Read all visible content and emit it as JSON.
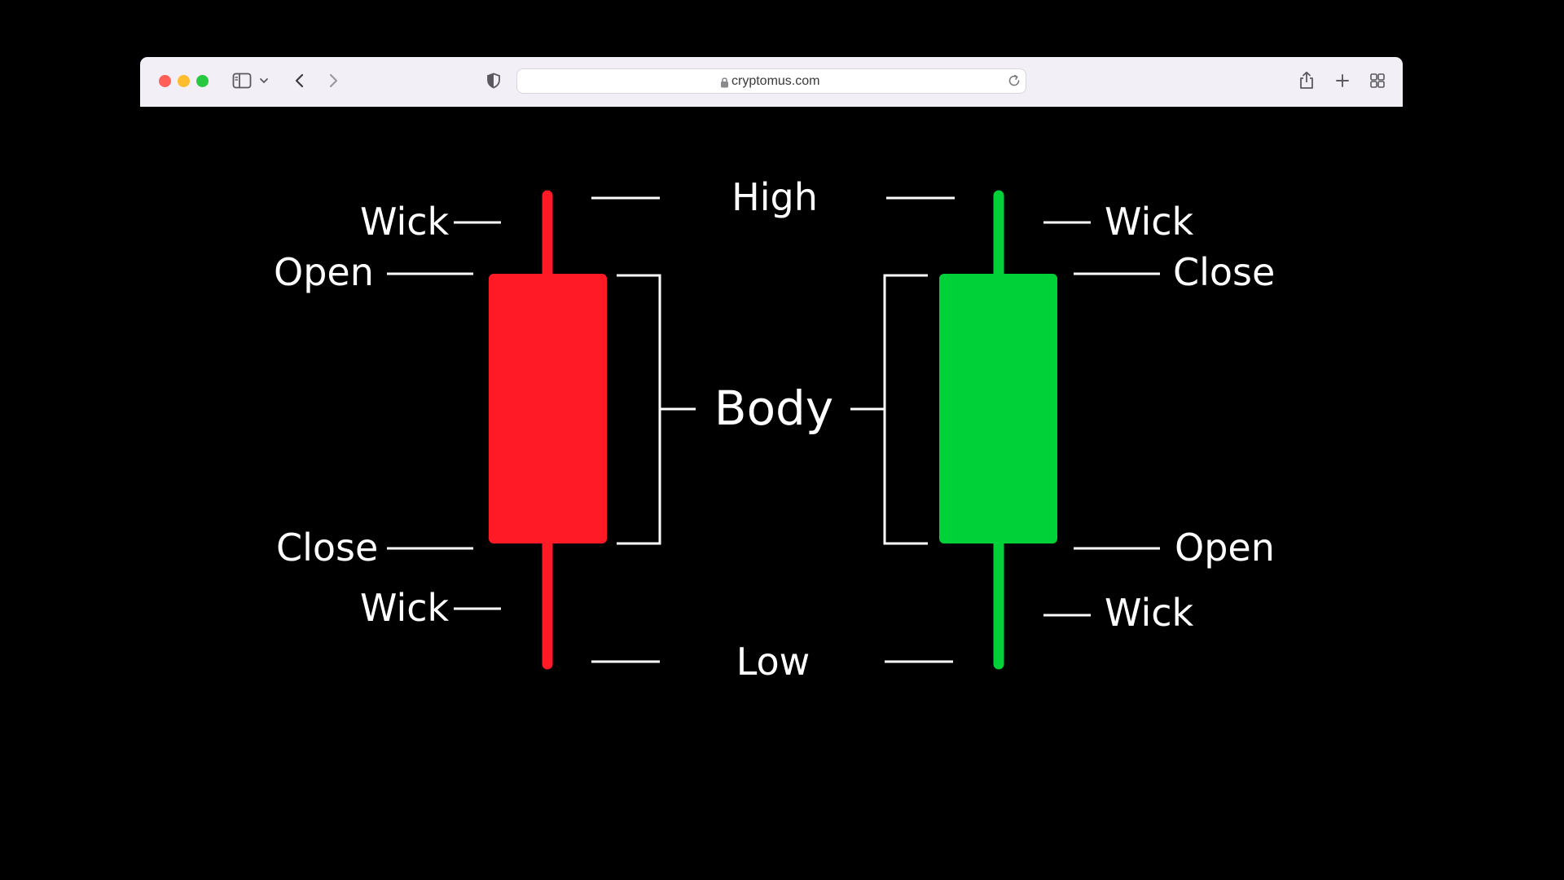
{
  "browser": {
    "url": "cryptomus.com",
    "traffic_colors": {
      "close": "#ff5f57",
      "minimize": "#febc2e",
      "maximize": "#28c840"
    },
    "icons": [
      "sidebar-icon",
      "chevron-down-icon",
      "back-icon",
      "forward-icon",
      "shield-icon",
      "lock-icon",
      "reload-icon",
      "share-icon",
      "new-tab-icon",
      "tab-overview-icon"
    ]
  },
  "diagram": {
    "center": {
      "high": "High",
      "body": "Body",
      "low": "Low"
    },
    "bearish": {
      "color": "#ff1a25",
      "labels": {
        "wick_top": "Wick",
        "open": "Open",
        "close": "Close",
        "wick_bottom": "Wick"
      }
    },
    "bullish": {
      "color": "#00d138",
      "labels": {
        "wick_top": "Wick",
        "close": "Close",
        "open": "Open",
        "wick_bottom": "Wick"
      }
    }
  }
}
